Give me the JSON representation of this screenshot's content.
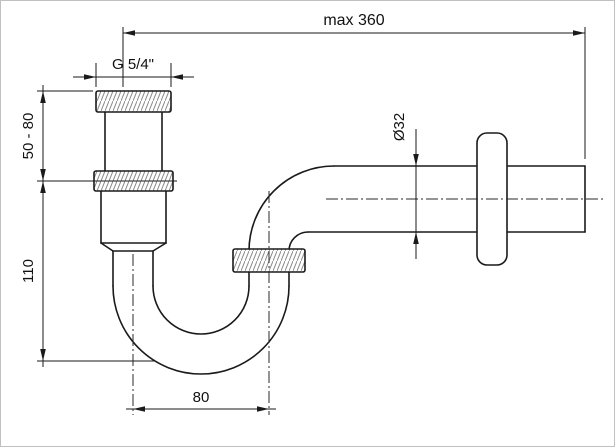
{
  "labels": {
    "overall_length": "max 360",
    "thread_size": "G 5/4\"",
    "pipe_diameter": "Ø32",
    "inlet_height_range": "50 - 80",
    "trap_height": "110",
    "trap_pitch": "80"
  },
  "colors": {
    "line": "#1a1a1a",
    "background": "#ffffff",
    "hatch": "#8a8a8a",
    "frame": "#c0c0c0"
  }
}
